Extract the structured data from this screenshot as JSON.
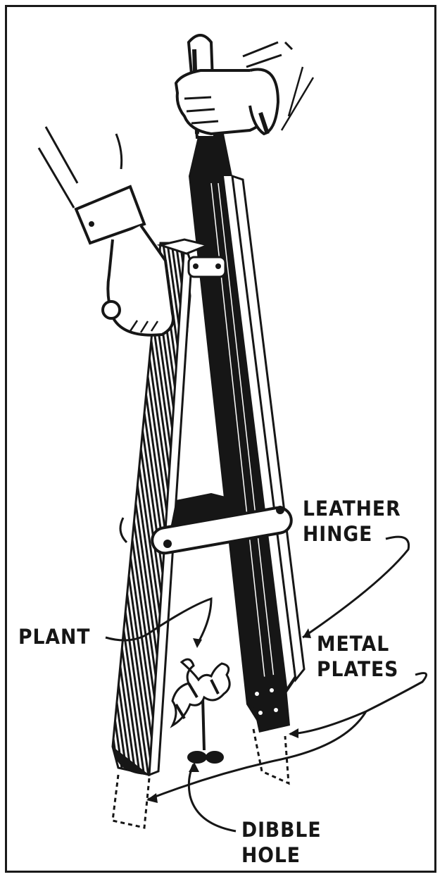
{
  "figure": {
    "subject": "two-handled dibble tool for planting seedlings",
    "ink_color": "#161616",
    "paper_color": "#ffffff"
  },
  "labels": {
    "leather_hinge": {
      "line1": "LEATHER",
      "line2": "HINGE"
    },
    "metal_plates": {
      "line1": "METAL",
      "line2": "PLATES"
    },
    "plant": {
      "line1": "PLANT"
    },
    "dibble_hole": {
      "line1": "DIBBLE",
      "line2": "HOLE"
    }
  }
}
